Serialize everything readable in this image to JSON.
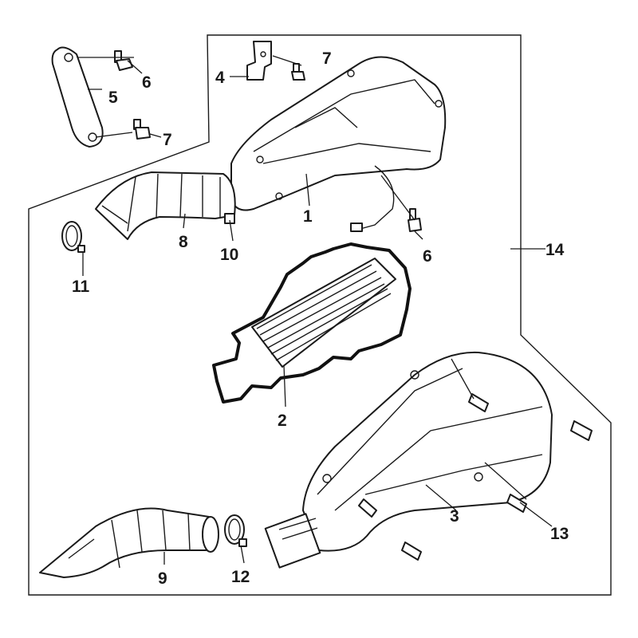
{
  "diagram": {
    "labels": {
      "p1": "1",
      "p2": "2",
      "p3": "3",
      "p4": "4",
      "p5": "5",
      "p6a": "6",
      "p6b": "6",
      "p7a": "7",
      "p7b": "7",
      "p8": "8",
      "p9": "9",
      "p10": "10",
      "p11": "11",
      "p12": "12",
      "p13": "13",
      "p14": "14"
    },
    "colors": {
      "line": "#1a1a1a",
      "background": "#ffffff"
    }
  }
}
